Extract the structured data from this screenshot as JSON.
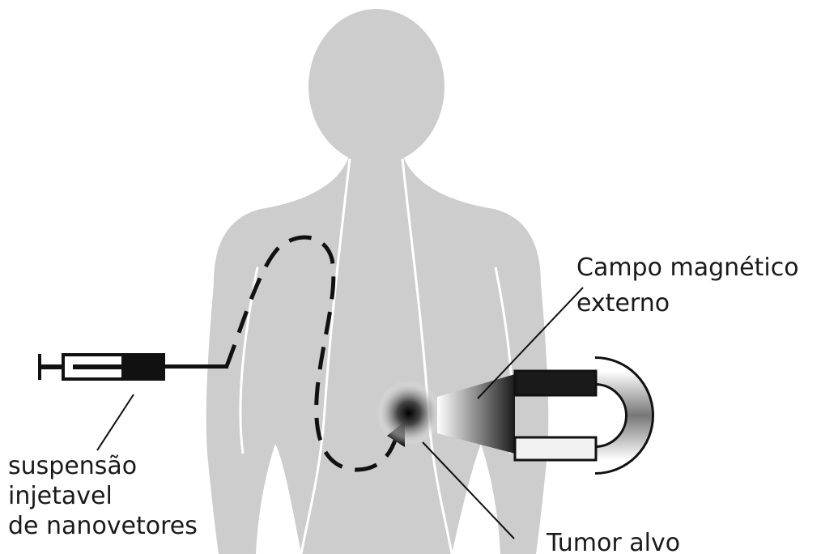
{
  "labels": {
    "campo_line1": "Campo magnético",
    "campo_line2": "externo",
    "tumor": "Tumor alvo",
    "suspensao_line1": "suspensão",
    "suspensao_line2": "injetavel",
    "suspensao_line3": "de nanovetores"
  },
  "colors": {
    "body": "#cdcdcd",
    "outline": "#ffffff",
    "ink": "#111111",
    "magnet_dark": "#1a1a1a",
    "magnet_light": "#f2f2f2"
  }
}
